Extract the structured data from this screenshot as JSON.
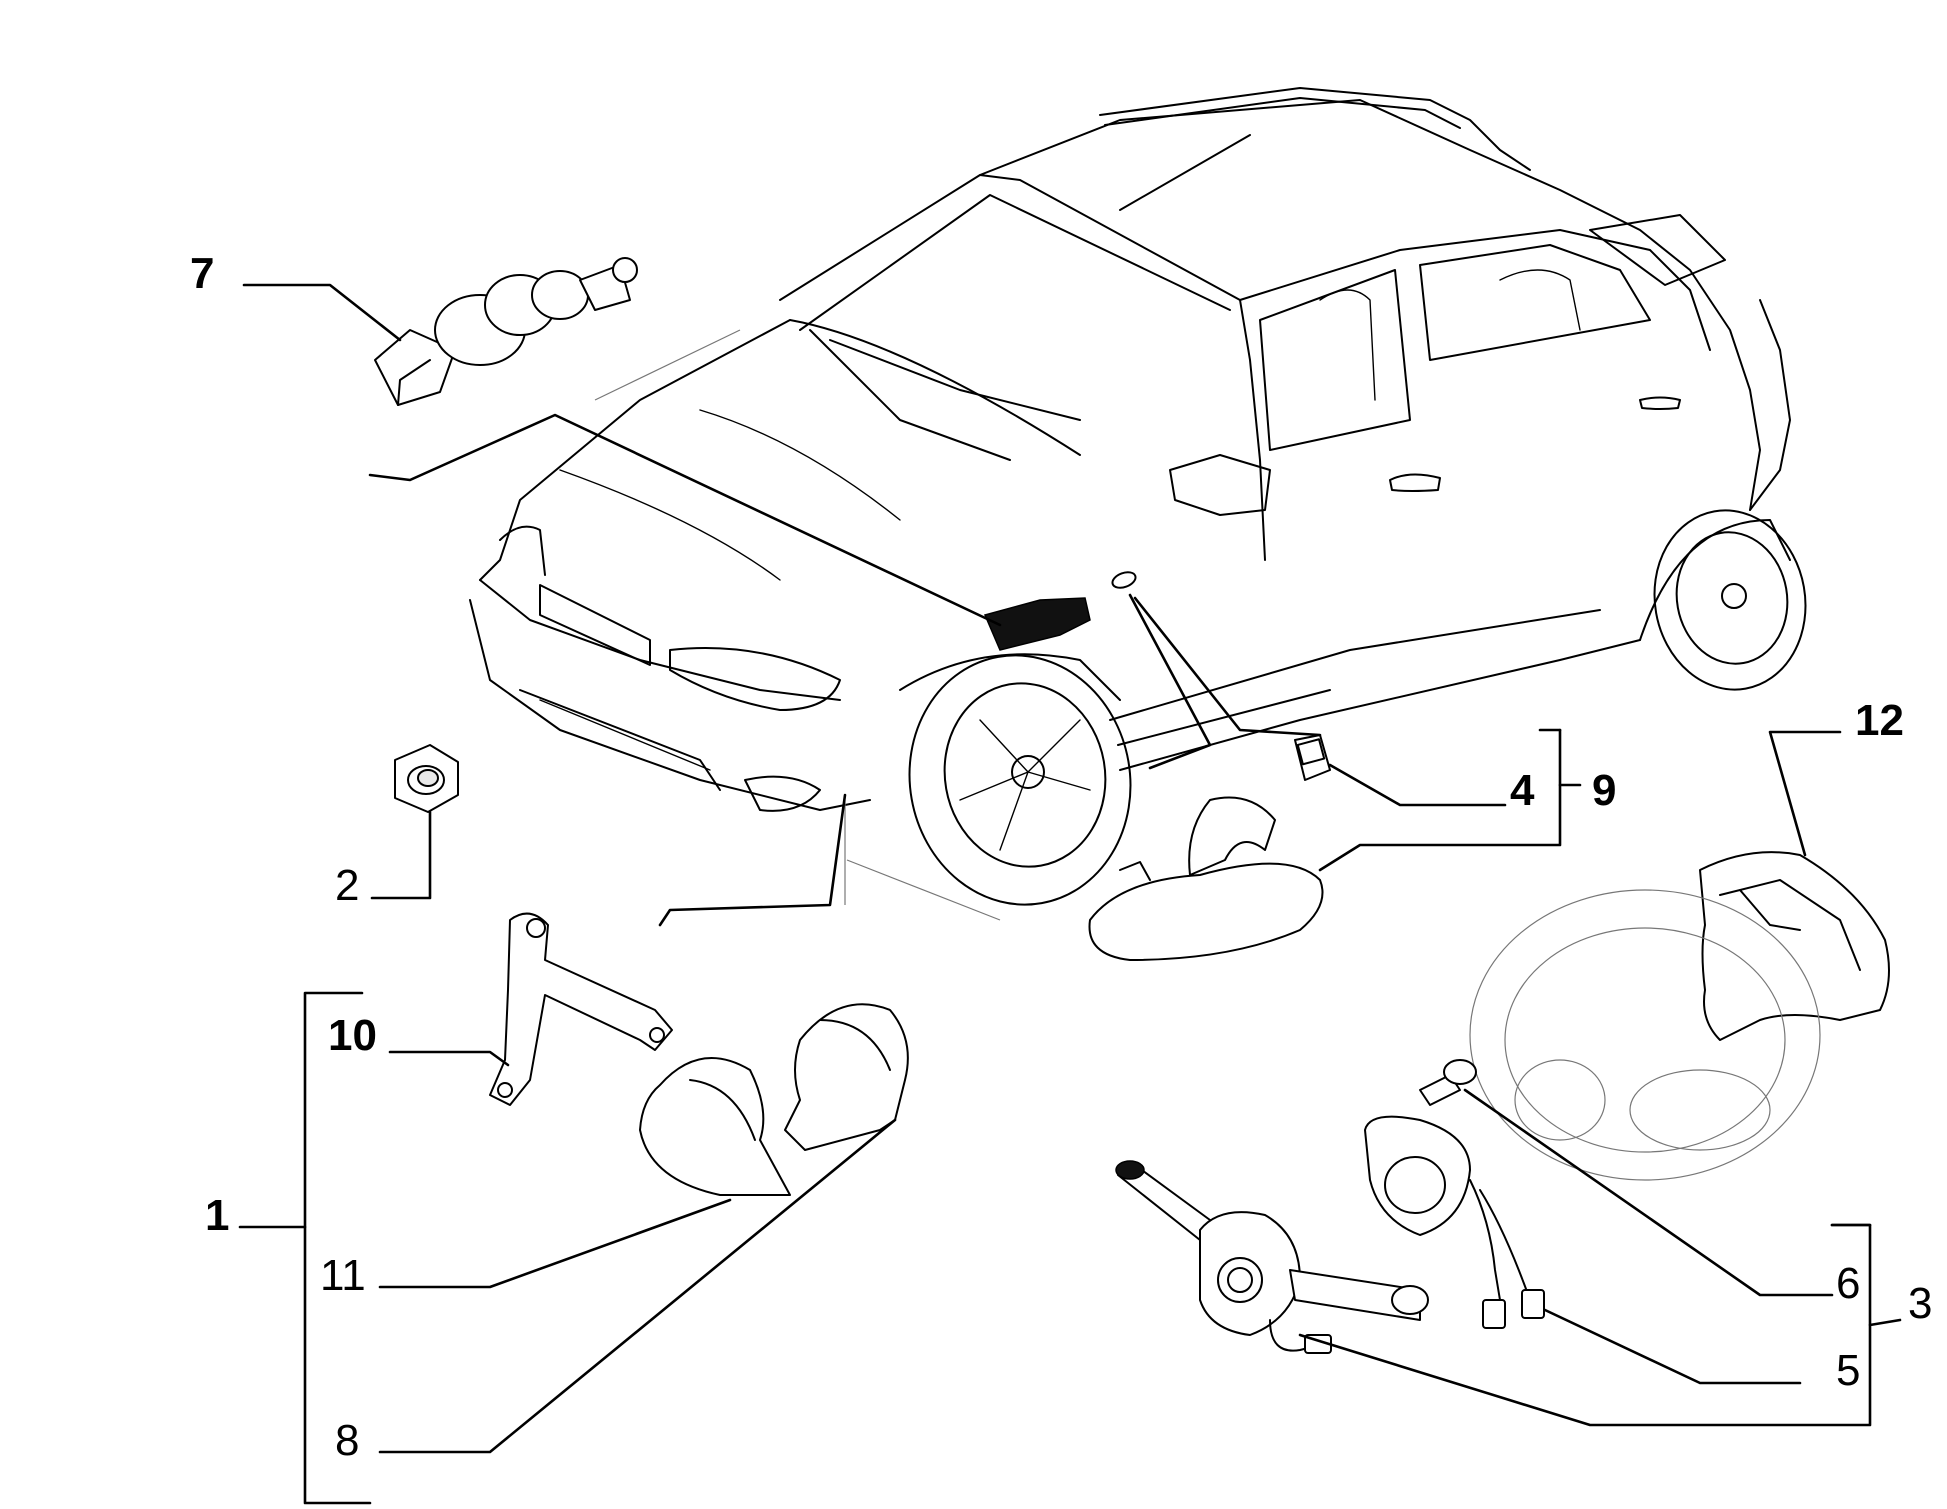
{
  "callouts": {
    "c1": "1",
    "c2": "2",
    "c3": "3",
    "c4": "4",
    "c5": "5",
    "c6": "6",
    "c7": "7",
    "c8": "8",
    "c9": "9",
    "c10": "10",
    "c11": "11",
    "c12": "12"
  },
  "colors": {
    "line": "#000000",
    "background": "#ffffff"
  }
}
